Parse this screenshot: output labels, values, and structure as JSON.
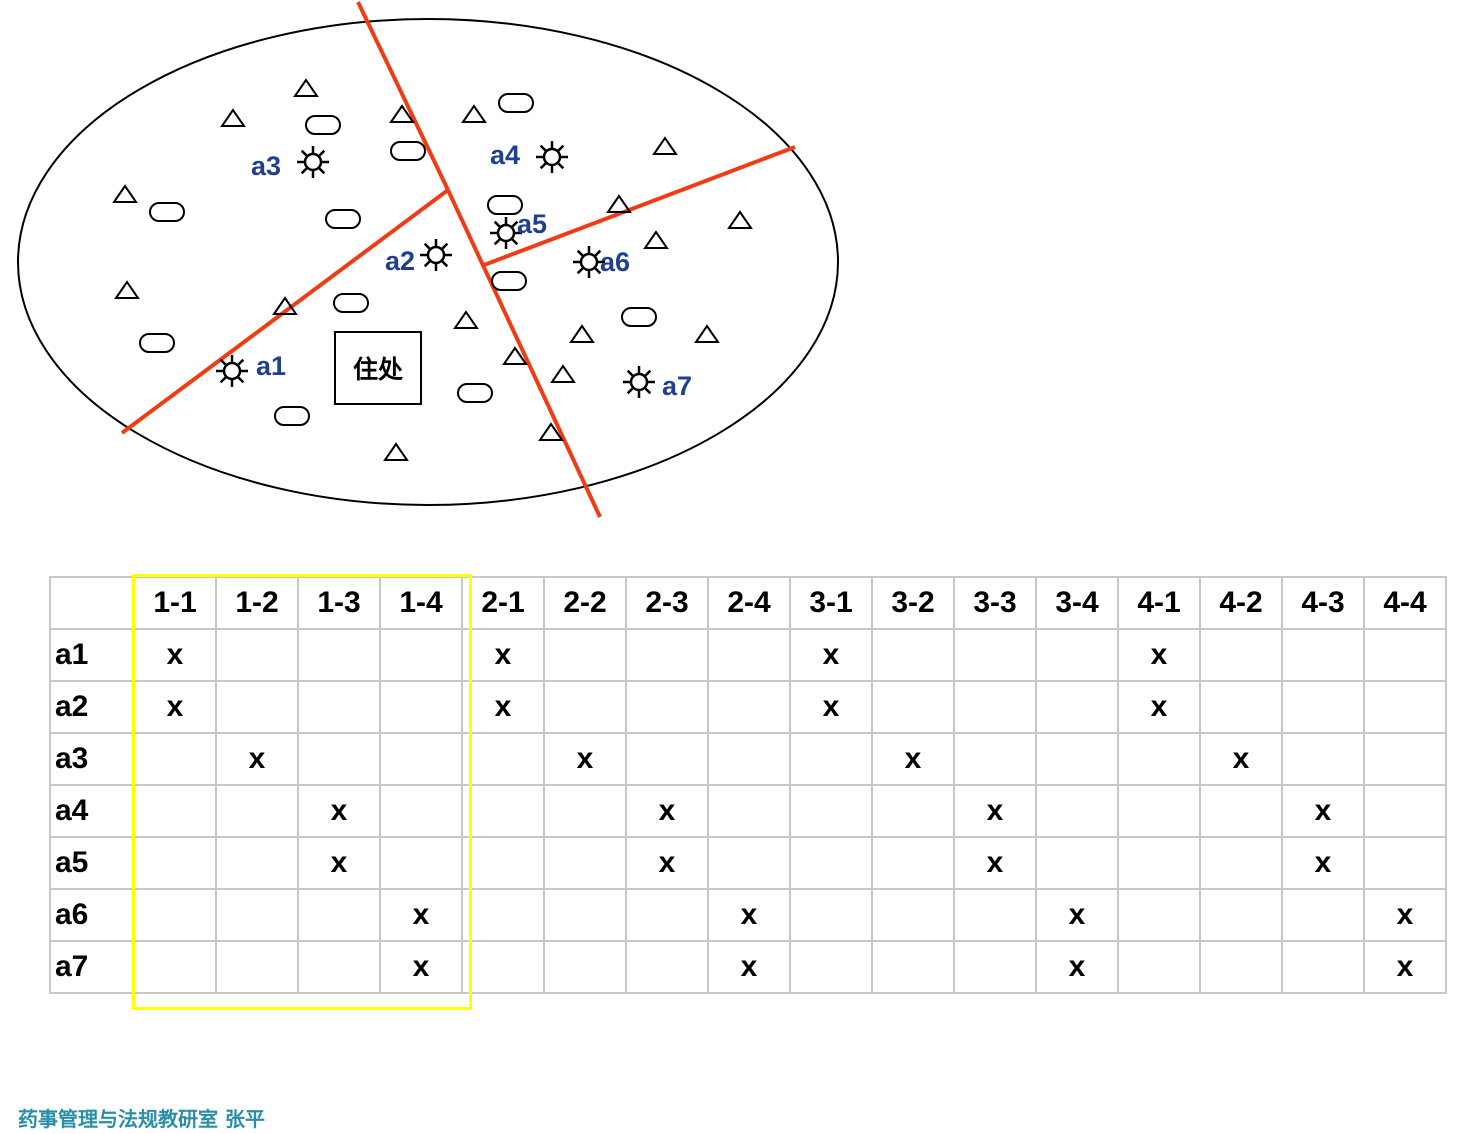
{
  "map": {
    "residence_label": "住处",
    "sample_points": [
      {
        "id": "a1"
      },
      {
        "id": "a2"
      },
      {
        "id": "a3"
      },
      {
        "id": "a4"
      },
      {
        "id": "a5"
      },
      {
        "id": "a6"
      },
      {
        "id": "a7"
      }
    ],
    "colors": {
      "divider": "#f03c14",
      "point_label": "#1f3f8f",
      "outline": "#000000"
    },
    "symbols": [
      "triangle-icon",
      "rounded-rect-icon",
      "sun-icon"
    ]
  },
  "table": {
    "columns": [
      "1-1",
      "1-2",
      "1-3",
      "1-4",
      "2-1",
      "2-2",
      "2-3",
      "2-4",
      "3-1",
      "3-2",
      "3-3",
      "3-4",
      "4-1",
      "4-2",
      "4-3",
      "4-4"
    ],
    "mark": "x",
    "rows": [
      {
        "label": "a1",
        "marks": [
          "1-1",
          "2-1",
          "3-1",
          "4-1"
        ]
      },
      {
        "label": "a2",
        "marks": [
          "1-1",
          "2-1",
          "3-1",
          "4-1"
        ]
      },
      {
        "label": "a3",
        "marks": [
          "1-2",
          "2-2",
          "3-2",
          "4-2"
        ]
      },
      {
        "label": "a4",
        "marks": [
          "1-3",
          "2-3",
          "3-3",
          "4-3"
        ]
      },
      {
        "label": "a5",
        "marks": [
          "1-3",
          "2-3",
          "3-3",
          "4-3"
        ]
      },
      {
        "label": "a6",
        "marks": [
          "1-4",
          "2-4",
          "3-4",
          "4-4"
        ]
      },
      {
        "label": "a7",
        "marks": [
          "1-4",
          "2-4",
          "3-4",
          "4-4"
        ]
      }
    ],
    "highlight_color": "#ffff00"
  },
  "footer": {
    "text": "药事管理与法规教研室 张平"
  }
}
